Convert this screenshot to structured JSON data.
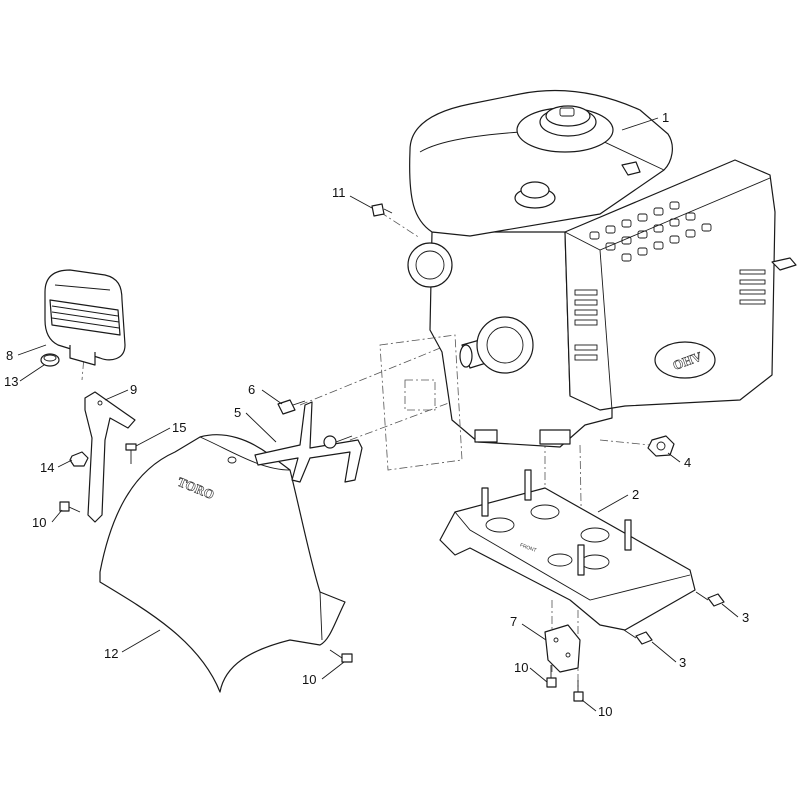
{
  "callouts": [
    "1",
    "11",
    "8",
    "13",
    "9",
    "6",
    "5",
    "15",
    "14",
    "4",
    "2",
    "10",
    "3",
    "7",
    "12",
    "3",
    "10",
    "10",
    "10"
  ],
  "part_markings": {
    "toro": "TORO",
    "ohv": "OHV",
    "front": "FRONT"
  }
}
